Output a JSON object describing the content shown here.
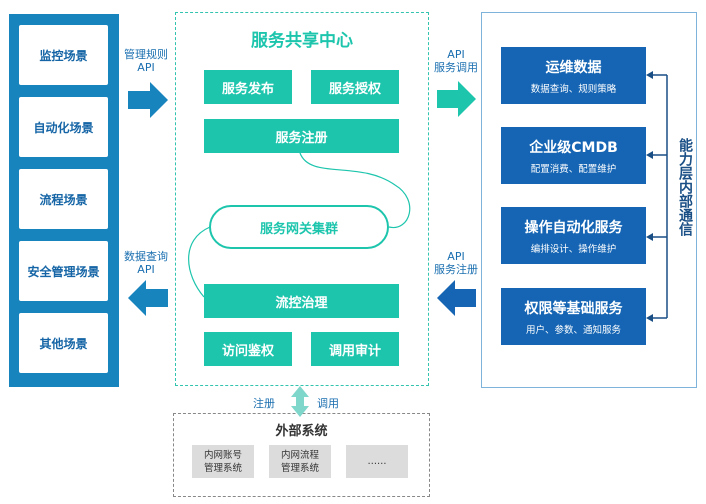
{
  "left_panel": {
    "scenes": [
      "监控场景",
      "自动化场景",
      "流程场景",
      "安全管理场景",
      "其他场景"
    ]
  },
  "arrows": {
    "top_left": [
      "管理规则",
      "API"
    ],
    "bottom_left": [
      "数据查询",
      "API"
    ],
    "top_right": [
      "API",
      "服务调用"
    ],
    "bottom_right": [
      "API",
      "服务注册"
    ],
    "register": "注册",
    "invoke": "调用"
  },
  "hub": {
    "title": "服务共享中心",
    "publish": "服务发布",
    "authorize": "服务授权",
    "register": "服务注册",
    "gateway": "服务网关集群",
    "flow_control": "流控治理",
    "access_auth": "访问鉴权",
    "call_audit": "调用审计"
  },
  "capabilities": [
    {
      "title": "运维数据",
      "subtitle": "数据查询、规则策略"
    },
    {
      "title": "企业级CMDB",
      "subtitle": "配置消费、配置维护"
    },
    {
      "title": "操作自动化服务",
      "subtitle": "编排设计、操作维护"
    },
    {
      "title": "权限等基础服务",
      "subtitle": "用户、参数、通知服务"
    }
  ],
  "vertical_label": "能力层内部通信",
  "external": {
    "title": "外部系统",
    "items": [
      "内网账号\n管理系统",
      "内网流程\n管理系统",
      "……"
    ]
  },
  "colors": {
    "left_blue": "#1884be",
    "teal": "#1ec5ad",
    "cap_blue": "#1565b4",
    "arrow_blue": "#1769b0"
  }
}
